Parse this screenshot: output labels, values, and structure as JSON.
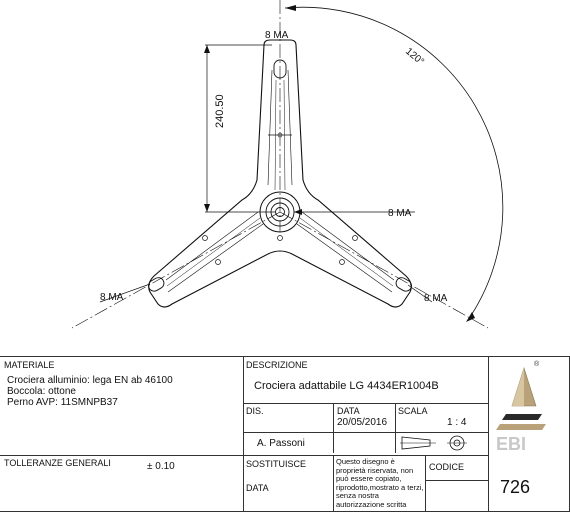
{
  "drawing": {
    "dims": {
      "top_hole": "8 MA",
      "center_hole": "8 MA",
      "left_hole": "8 MA",
      "right_hole": "8 MA",
      "arm_length": "240.50",
      "angle": "120°"
    }
  },
  "title_block": {
    "materiale_label": "MATERIALE",
    "materiale_lines": [
      "Crociera alluminio: lega EN ab 46100",
      "Boccola: ottone",
      "Perno AVP: 11SMNPB37"
    ],
    "tolleranze_label": "TOLLERANZE GENERALI",
    "tolleranze_value": "± 0.10",
    "descrizione_label": "DESCRIZIONE",
    "descrizione_value": "Crociera adattabile LG 4434ER1004B",
    "dis_label": "DIS.",
    "dis_value": "A. Passoni",
    "data_label": "DATA",
    "data_value": "20/05/2016",
    "scala_label": "SCALA",
    "scala_value": "1 : 4",
    "sostituisce_label": "SOSTITUISCE",
    "data2_label": "DATA",
    "note": "Questo disegno è proprietà riservata, non può essere copiato, riprodotto,mostrato a terzi, senza nostra autorizzazione scritta",
    "codice_label": "CODICE",
    "codice_value": "726",
    "logo_text": "EBI",
    "logo_mark": "®"
  },
  "colors": {
    "line": "#111111",
    "logo_gold": "#b9a27a",
    "logo_dark": "#2a2a2a"
  }
}
